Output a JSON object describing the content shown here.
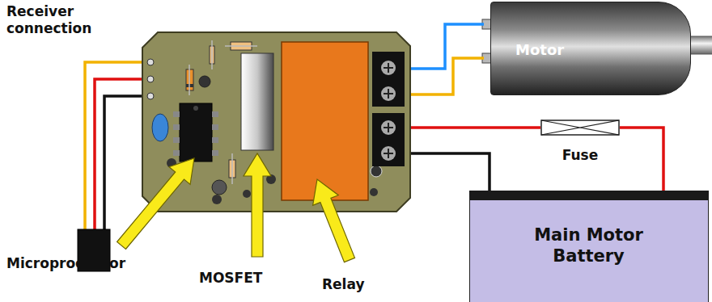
{
  "diagram": {
    "nodes": [
      {
        "text": [
          "Motor"
        ]
      },
      {
        "text": [
          "Fuse"
        ]
      },
      {
        "text": [
          "Main Motor Battery"
        ]
      }
    ],
    "edges": [
      {
        "from": 2,
        "to": 1,
        "arrow": "none"
      }
    ],
    "labels": [
      "Receiver connection",
      "Microprocessor",
      "MOSFET",
      "Relay"
    ]
  }
}
